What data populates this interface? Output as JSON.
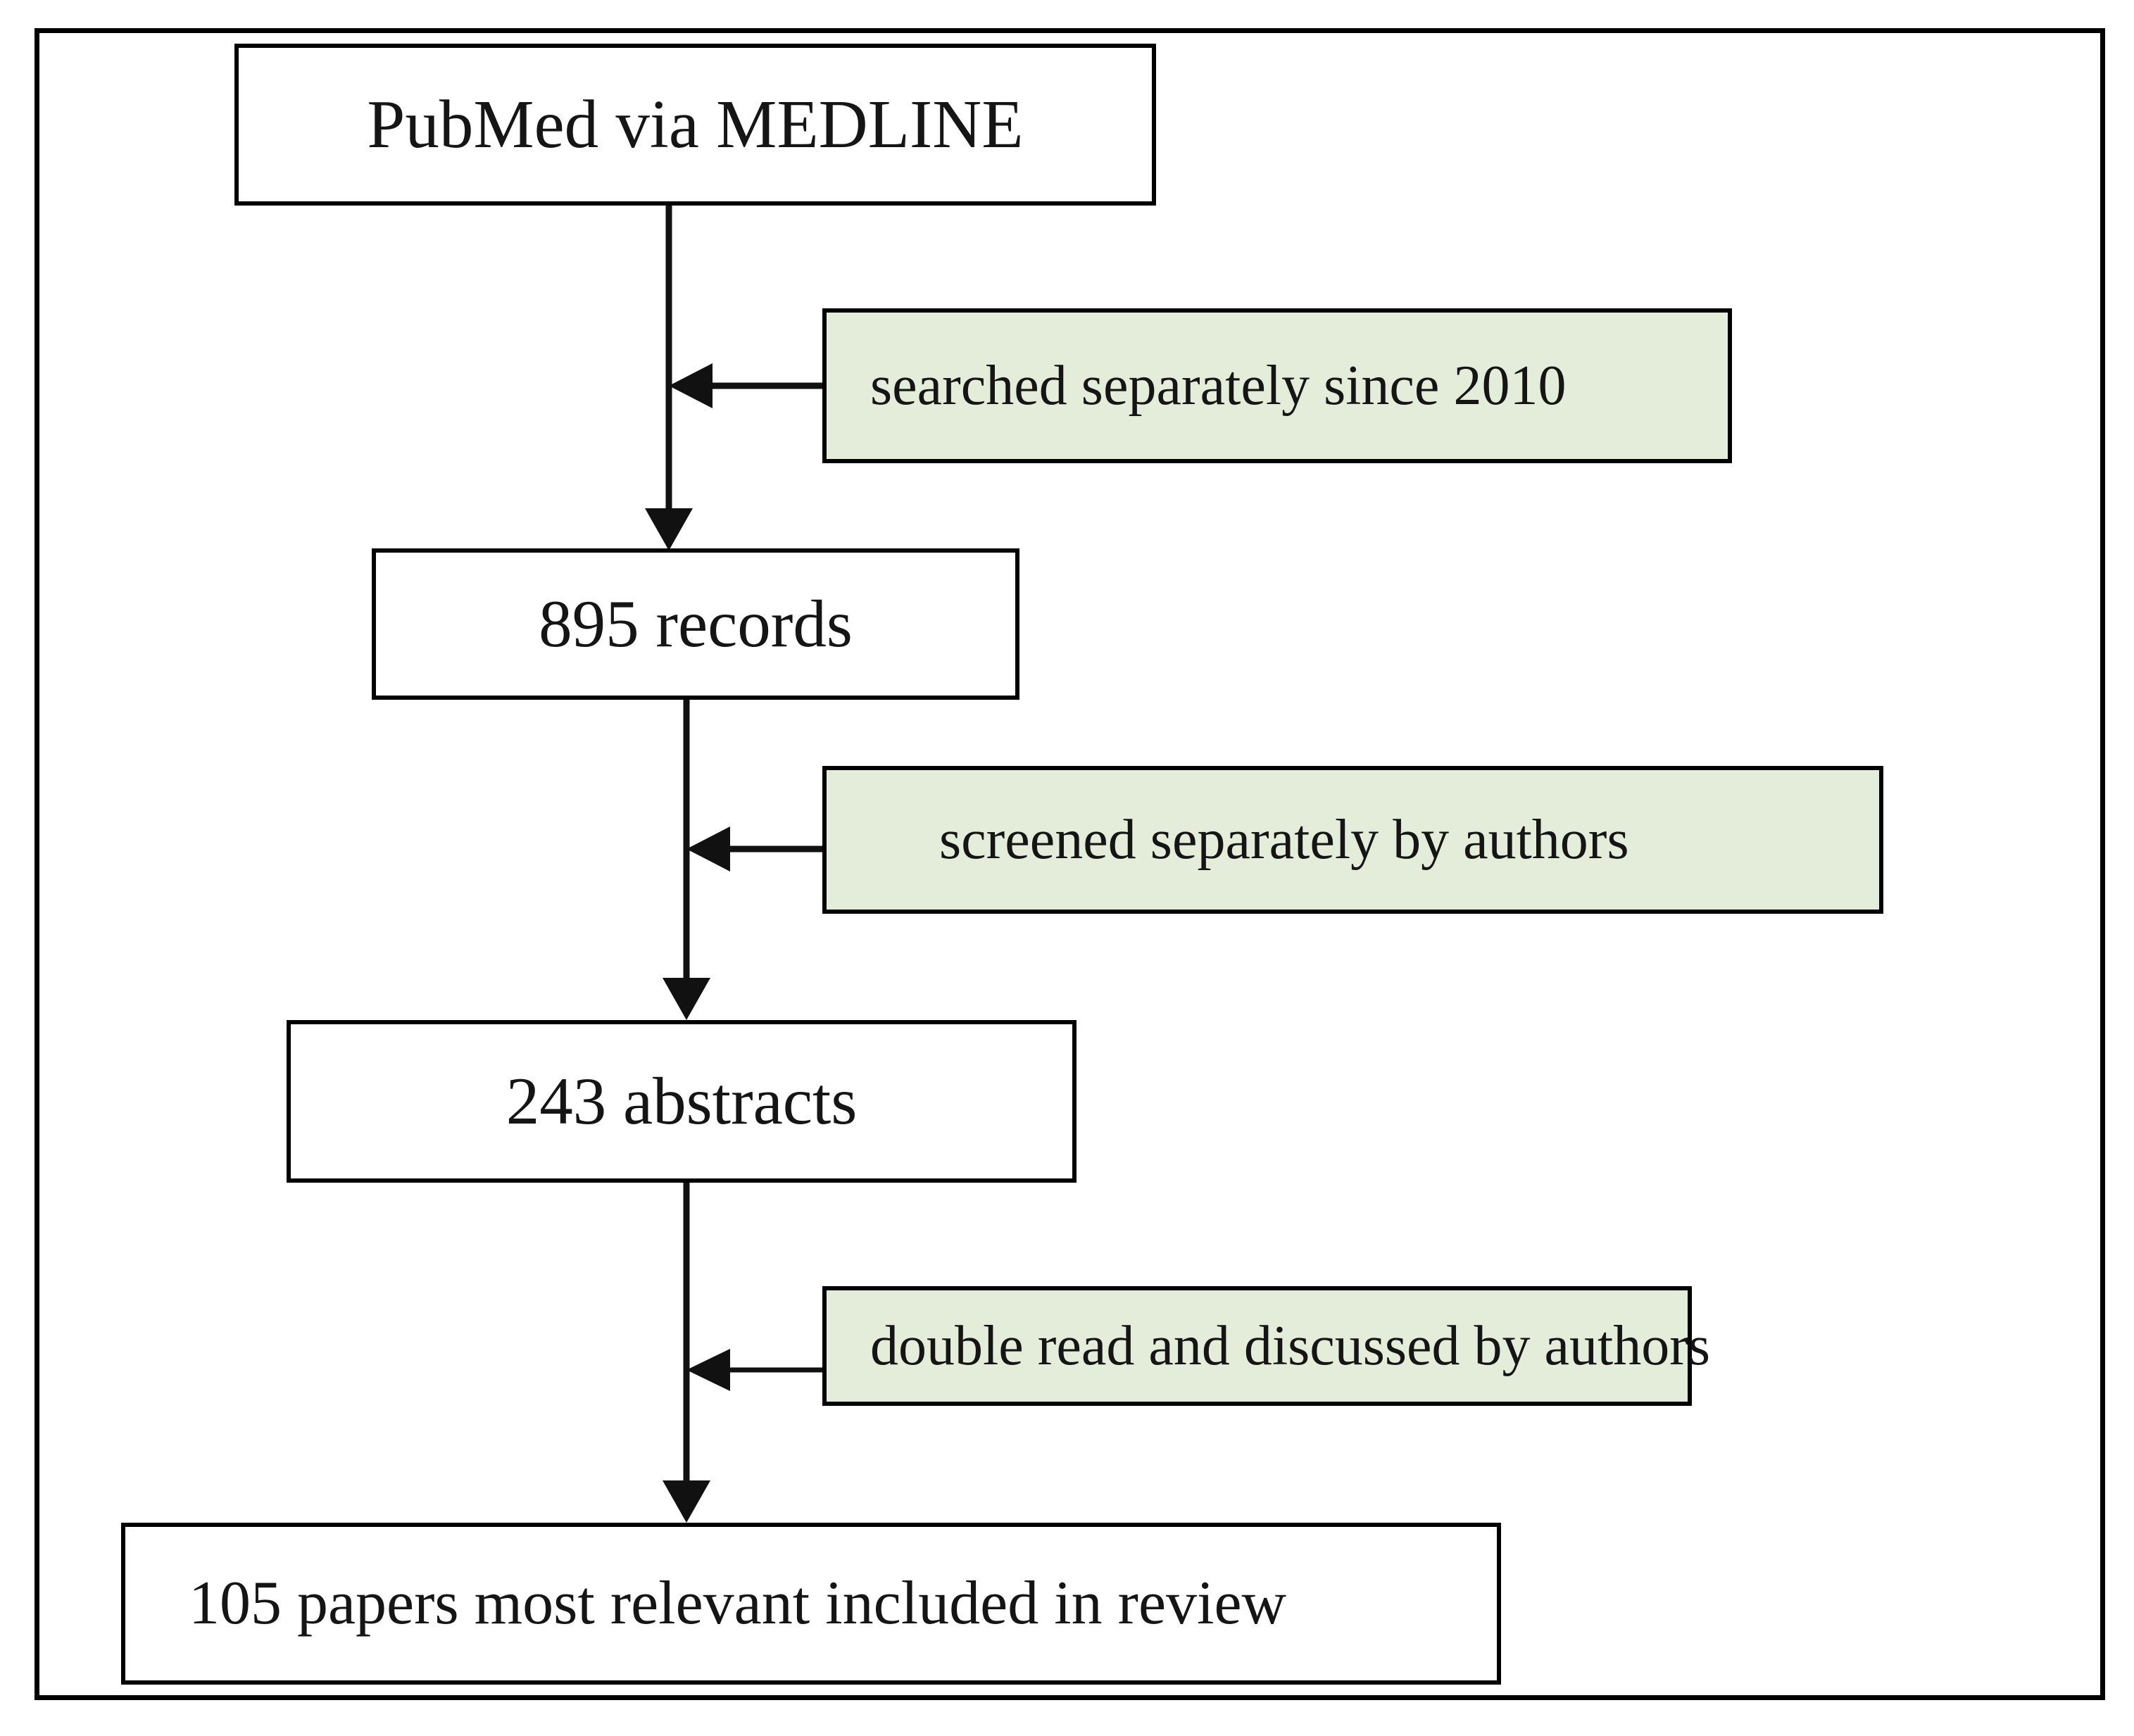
{
  "figure": {
    "kind": "flow-diagram",
    "title": "Literature search and selection flow",
    "background_color": "#FFFFFF",
    "frame_color": "#000000",
    "note_fill_color": "#E3EDD9",
    "node_fill_color": "#FFFFFF",
    "text_color": "#151515",
    "connector_color": "#111111"
  },
  "nodes": {
    "source": {
      "id": "source",
      "label": "PubMed via MEDLINE",
      "style": "white",
      "align": "center"
    },
    "records": {
      "id": "records",
      "label": "895 records",
      "count": 895,
      "unit": "records",
      "style": "white",
      "align": "center"
    },
    "abstracts": {
      "id": "abstracts",
      "label": "243 abstracts",
      "count": 243,
      "unit": "abstracts",
      "style": "white",
      "align": "center"
    },
    "included": {
      "id": "included",
      "label": "105 papers most relevant included in review",
      "count": 105,
      "unit": "papers",
      "style": "white",
      "align": "left"
    }
  },
  "notes": {
    "note1": {
      "id": "note1",
      "label": "searched separately since 2010",
      "style": "green",
      "align": "left",
      "attaches_to_edge": "source-to-records"
    },
    "note2": {
      "id": "note2",
      "label": "screened separately by authors",
      "style": "green",
      "align": "left",
      "attaches_to_edge": "records-to-abstracts"
    },
    "note3": {
      "id": "note3",
      "label": "double read and discussed by authors",
      "style": "green",
      "align": "left",
      "attaches_to_edge": "abstracts-to-included"
    }
  },
  "edges": [
    {
      "id": "source-to-records",
      "from": "source",
      "to": "records",
      "direction": "down",
      "arrowhead": "filled-triangle"
    },
    {
      "id": "records-to-abstracts",
      "from": "records",
      "to": "abstracts",
      "direction": "down",
      "arrowhead": "filled-triangle"
    },
    {
      "id": "abstracts-to-included",
      "from": "abstracts",
      "to": "included",
      "direction": "down",
      "arrowhead": "filled-triangle"
    },
    {
      "id": "note1-to-edge1",
      "from": "note1",
      "to": "source-to-records",
      "direction": "left",
      "arrowhead": "filled-triangle"
    },
    {
      "id": "note2-to-edge2",
      "from": "note2",
      "to": "records-to-abstracts",
      "direction": "left",
      "arrowhead": "filled-triangle"
    },
    {
      "id": "note3-to-edge3",
      "from": "note3",
      "to": "abstracts-to-included",
      "direction": "left",
      "arrowhead": "filled-triangle"
    }
  ]
}
